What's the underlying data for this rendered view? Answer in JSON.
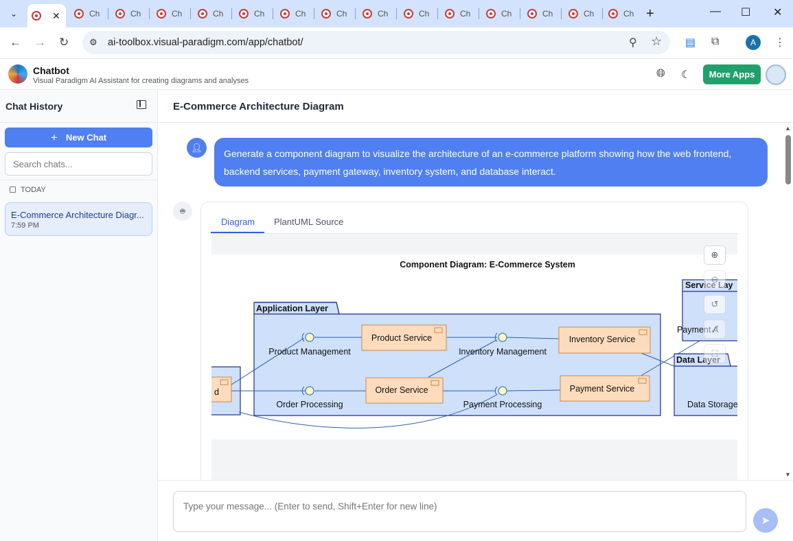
{
  "browser": {
    "tabs_label": "Ch",
    "url": "ai-toolbox.visual-paradigm.com/app/chatbot/",
    "profile_initial": "A"
  },
  "app": {
    "title": "Chatbot",
    "subtitle": "Visual Paradigm AI Assistant for creating diagrams and analyses",
    "more_apps_label": "More Apps"
  },
  "sidebar": {
    "title": "Chat History",
    "new_chat_label": "New Chat",
    "search_placeholder": "Search chats...",
    "group_label": "TODAY",
    "items": [
      {
        "title": "E-Commerce Architecture Diagr...",
        "time": "7:59 PM"
      }
    ]
  },
  "main": {
    "title": "E-Commerce Architecture Diagram",
    "user_message": "Generate a component diagram to visualize the architecture of an e-commerce platform showing how the web frontend, backend services, payment gateway, inventory system, and database interact.",
    "tabs": [
      "Diagram",
      "PlantUML Source"
    ]
  },
  "diagram": {
    "title": "Component Diagram: E-Commerce System",
    "packages": [
      "Application Layer",
      "Service Lay",
      "Data Layer"
    ],
    "components": [
      "Product Service",
      "Order Service",
      "Inventory Service",
      "Payment Service",
      "d"
    ],
    "interfaces": [
      "Product Management",
      "Order Processing",
      "Inventory Management",
      "Payment Processing",
      "Payment A",
      "Data Storage"
    ],
    "colors": {
      "package_fill": "#cfe0fb",
      "package_stroke": "#1e2f8a",
      "component_fill": "#fcdcbd",
      "component_stroke": "#c98a4a",
      "interface_fill": "#fbf6c4",
      "line": "#2a5fa8"
    }
  },
  "composer": {
    "placeholder": "Type your message... (Enter to send, Shift+Enter for new line)"
  }
}
